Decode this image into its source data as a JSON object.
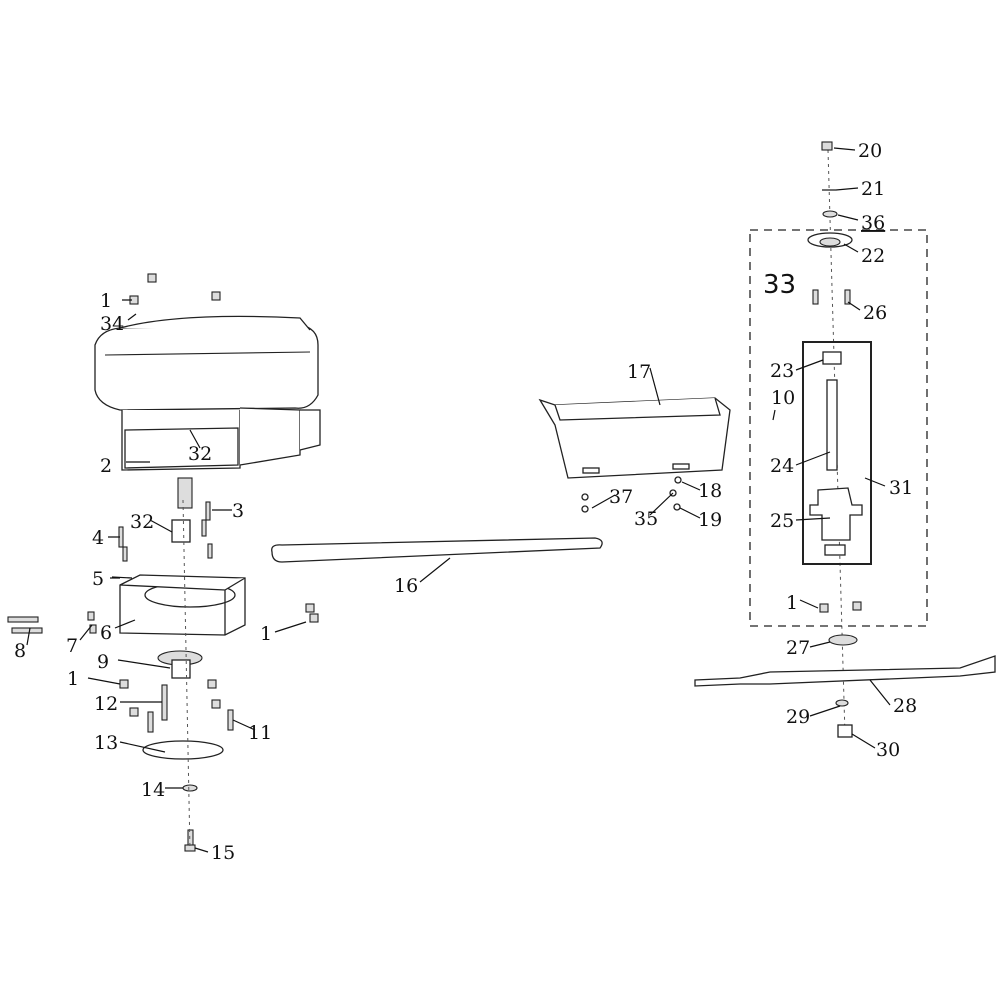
{
  "diagram": {
    "title": "Exploded parts diagram - mower deck drive",
    "group_label": "33",
    "callouts": {
      "c1a": "1",
      "c34": "34",
      "c2": "2",
      "c32a": "32",
      "c32b": "32",
      "c3": "3",
      "c4": "4",
      "c5": "5",
      "c6": "6",
      "c7": "7",
      "c8": "8",
      "c1b": "1",
      "c9": "9",
      "c1c": "1",
      "c12": "12",
      "c11": "11",
      "c13": "13",
      "c14": "14",
      "c15": "15",
      "c16": "16",
      "c17": "17",
      "c37": "37",
      "c18": "18",
      "c35": "35",
      "c19": "19",
      "c20": "20",
      "c21": "21",
      "c36": "36",
      "c22": "22",
      "c26": "26",
      "c23": "23",
      "c10": "10",
      "c24": "24",
      "c31": "31",
      "c25": "25",
      "c1d": "1",
      "c27": "27",
      "c28": "28",
      "c29": "29",
      "c30": "30"
    }
  }
}
